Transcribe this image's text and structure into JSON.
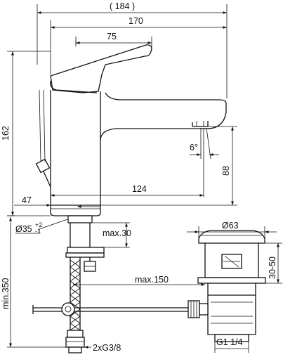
{
  "dimensions": {
    "overall_width": "( 184 )",
    "body_width": "170",
    "lever_length": "75",
    "height": "162",
    "spout_angle": "6°",
    "spout_height": "88",
    "spout_reach": "124",
    "base_offset": "47",
    "hole_diameter_base": "Ø35",
    "hole_diameter_sup": "+2",
    "hole_diameter_sub": "-1",
    "max_thickness": "max.30",
    "min_length": "min.350",
    "max_rod": "max.150",
    "connection": "2xG3/8",
    "waste_diameter": "Ø63",
    "waste_range": "30-50",
    "waste_thread": "G1 1/4"
  }
}
